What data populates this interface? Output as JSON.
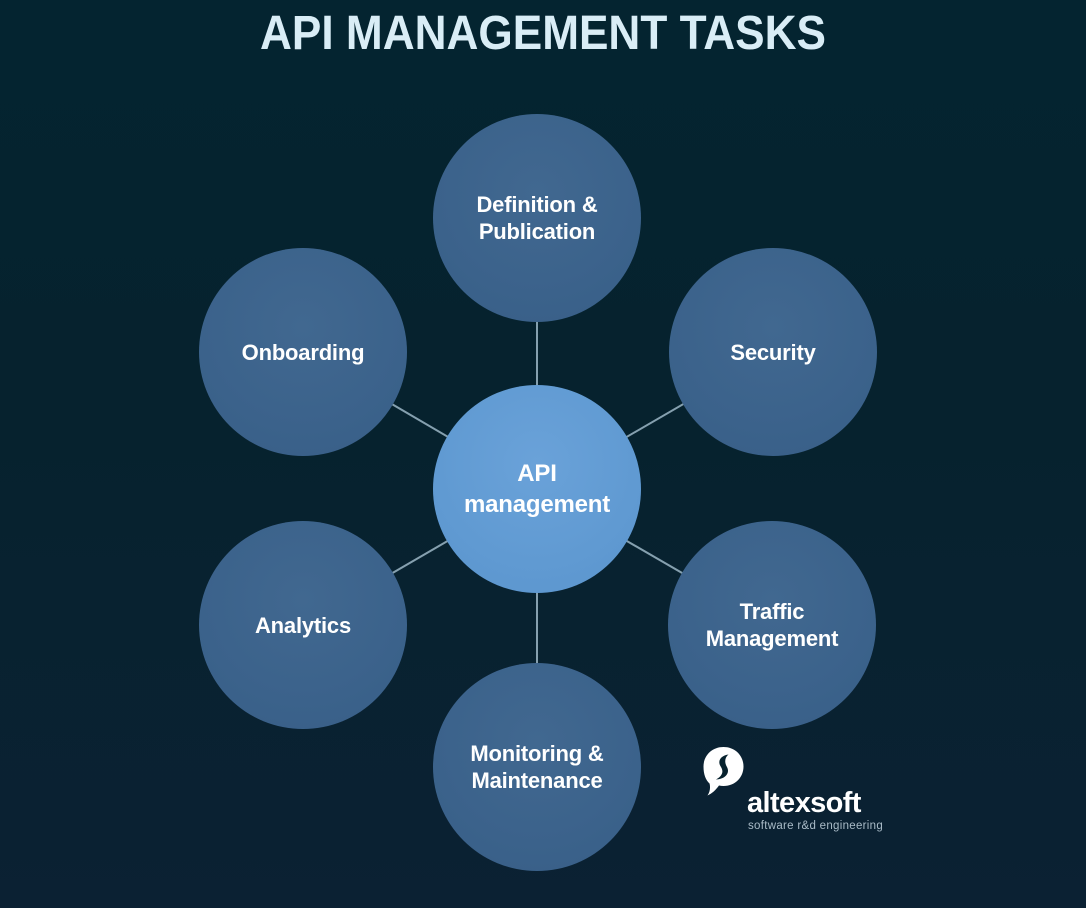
{
  "title": "API MANAGEMENT TASKS",
  "diagram": {
    "center_node": {
      "line1": "API",
      "line2": "management"
    },
    "nodes": {
      "definition_publication": {
        "line1": "Definition &",
        "line2": "Publication"
      },
      "security": {
        "line1": "Security",
        "line2": ""
      },
      "onboarding": {
        "line1": "Onboarding",
        "line2": ""
      },
      "analytics": {
        "line1": "Analytics",
        "line2": ""
      },
      "traffic_management": {
        "line1": "Traffic",
        "line2": "Management"
      },
      "monitoring_maintenance": {
        "line1": "Monitoring &",
        "line2": "Maintenance"
      }
    }
  },
  "branding": {
    "logo_text": "altexsoft",
    "tagline": "software r&d engineering",
    "logo_icon": "altexsoft-bubble-icon"
  },
  "colors": {
    "background_top": "#042430",
    "background_bottom": "#0b2133",
    "outer_circle": "#3b628b",
    "center_circle": "#609ad2",
    "connector_line": "#9cb7c6",
    "title_text": "#d9edf6",
    "node_text": "#ffffff",
    "tagline_text": "#a9bbc7"
  }
}
